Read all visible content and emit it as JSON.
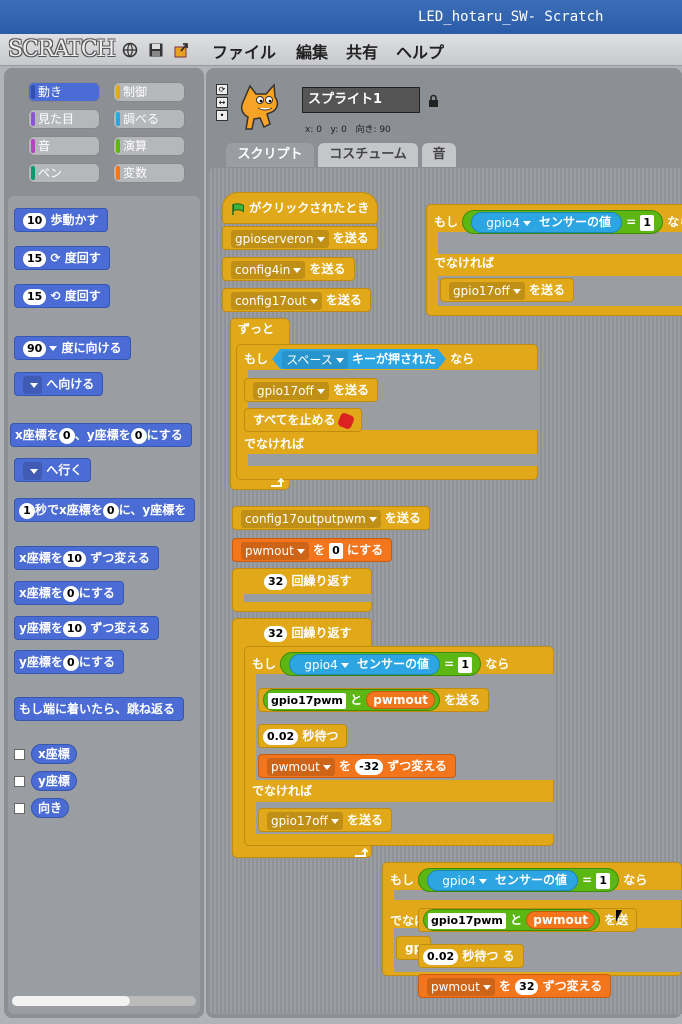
{
  "window": {
    "title": "LED_hotaru_SW- Scratch"
  },
  "menu": {
    "logo": "SCRATCH",
    "items": [
      "ファイル",
      "編集",
      "共有",
      "ヘルプ"
    ]
  },
  "categories": [
    {
      "label": "動き",
      "color": "#4a6cd4",
      "selected": true
    },
    {
      "label": "制御",
      "color": "#e1a91a"
    },
    {
      "label": "見た目",
      "color": "#8a55d7"
    },
    {
      "label": "調べる",
      "color": "#2ca5e2"
    },
    {
      "label": "音",
      "color": "#bb42c3"
    },
    {
      "label": "演算",
      "color": "#5cb712"
    },
    {
      "label": "ペン",
      "color": "#0e9a6c"
    },
    {
      "label": "変数",
      "color": "#f3761d"
    }
  ],
  "sprite": {
    "name": "スプライト1",
    "x_label": "x: 0",
    "y_label": "y: 0",
    "dir_label": "向き: 90"
  },
  "tabs": [
    "スクリプト",
    "コスチューム",
    "音"
  ],
  "palette": {
    "move_n": "10",
    "move_label": "歩動かす",
    "turn_r_n": "15",
    "turn_r_label": "度回す",
    "turn_l_n": "15",
    "turn_l_label": "度回す",
    "point_n": "90",
    "point_label": "度に向ける",
    "point_to_label": "へ向ける",
    "goto_xy_a": "x座標を",
    "goto_xy_x": "0",
    "goto_xy_b": "、y座標を",
    "goto_xy_y": "0",
    "goto_xy_c": "にする",
    "goto_label": "へ行く",
    "glide_n": "1",
    "glide_a": "秒でx座標を",
    "glide_x": "0",
    "glide_b": "に、y座標を",
    "chx_a": "x座標を",
    "chx_n": "10",
    "chx_b": "ずつ変える",
    "setx_a": "x座標を",
    "setx_n": "0",
    "setx_b": "にする",
    "chy_a": "y座標を",
    "chy_n": "10",
    "chy_b": "ずつ変える",
    "sety_a": "y座標を",
    "sety_n": "0",
    "sety_b": "にする",
    "bounce": "もし端に着いたら、跳ね返る",
    "rep_x": "x座標",
    "rep_y": "y座標",
    "rep_dir": "向き"
  },
  "script": {
    "hat": "がクリックされたとき",
    "b1": "gpioserveron",
    "send": "を送る",
    "b2": "config4in",
    "b3": "config17out",
    "forever": "ずっと",
    "if": "もし",
    "then": "なら",
    "else": "でなければ",
    "key": "スペース",
    "key_pressed": "キーが押された",
    "gpio17off": "gpio17off",
    "stop_all": "すべてを止める",
    "c1": "config17outputpwm",
    "var": "pwmout",
    "set_a": "を",
    "set_n": "0",
    "set_b": "にする",
    "repeat_n": "32",
    "repeat": "回繰り返す",
    "sensor": "gpio4",
    "sensor_val": "センサーの値",
    "eq": "=",
    "one": "1",
    "pwm": "gpio17pwm",
    "join": "と",
    "wait_n": "0.02",
    "wait": "秒待つ",
    "change_a": "を",
    "change_n": "-32",
    "change_b": "ずつ変える",
    "change_n2": "32",
    "partial_else": "でなに",
    "partial_gp": "gp",
    "partial_send": "を送",
    "partial_wait": "る"
  }
}
